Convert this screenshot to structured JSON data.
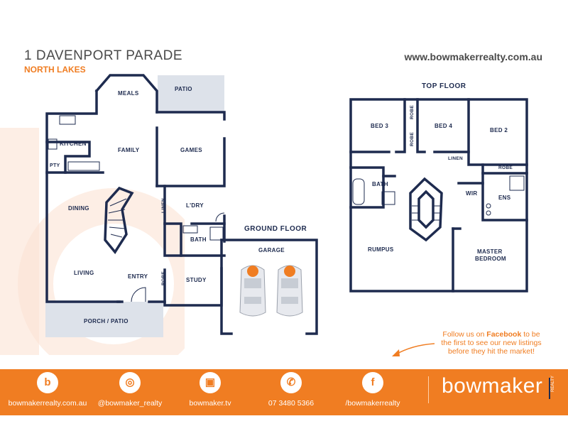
{
  "header": {
    "address": "1 DAVENPORT PARADE",
    "suburb": "NORTH LAKES",
    "website": "www.bowmakerrealty.com.au"
  },
  "ground_floor": {
    "title": "GROUND FLOOR",
    "rooms": {
      "meals": "MEALS",
      "patio": "PATIO",
      "kitchen": "KITCHEN",
      "pantry": "PTY",
      "family": "FAMILY",
      "games": "GAMES",
      "dining": "DINING",
      "linen": "LINEN",
      "laundry": "L'DRY",
      "bath": "BATH",
      "living": "LIVING",
      "entry": "ENTRY",
      "robe": "ROBE",
      "study": "STUDY",
      "garage": "GARAGE",
      "porch": "PORCH / PATIO"
    }
  },
  "top_floor": {
    "title": "TOP FLOOR",
    "rooms": {
      "bed3": "BED 3",
      "robe_a": "ROBE",
      "robe_b": "ROBE",
      "bed4": "BED 4",
      "bed2": "BED 2",
      "linen": "LINEN",
      "robe_c": "ROBE",
      "bath": "BATH",
      "wir": "WIR",
      "ens": "ENS",
      "rumpus": "RUMPUS",
      "master_line1": "MASTER",
      "master_line2": "BEDROOM"
    }
  },
  "promo": {
    "line1_prefix": "Follow us on ",
    "line1_brand": "Facebook",
    "line1_suffix": " to be",
    "line2": "the first to see our new listings",
    "line3": "before they hit the market!"
  },
  "footer": {
    "items": [
      {
        "label": "bowmakerrealty.com.au",
        "icon": "b-logo-icon",
        "glyph": "b"
      },
      {
        "label": "@bowmaker_realty",
        "icon": "instagram-icon",
        "glyph": "◎"
      },
      {
        "label": "bowmaker.tv",
        "icon": "tv-icon",
        "glyph": "▣"
      },
      {
        "label": "07 3480 5366",
        "icon": "phone-icon",
        "glyph": "✆"
      },
      {
        "label": "/bowmakerrealty",
        "icon": "facebook-icon",
        "glyph": "f"
      }
    ],
    "brand": "bowmaker",
    "brand_sub": "REALTY"
  },
  "colors": {
    "accent": "#f07d22",
    "wall": "#1e2b4f",
    "text": "#4a4a4a",
    "shade": "#dde2ea"
  }
}
